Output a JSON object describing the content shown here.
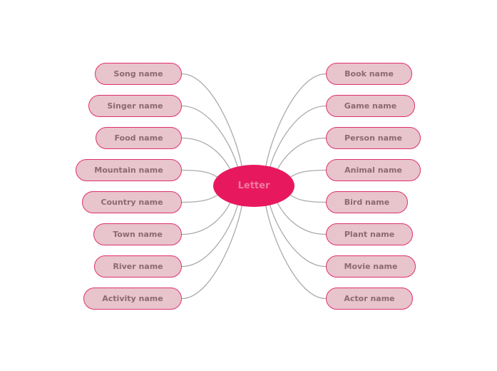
{
  "center": {
    "label": "Letter"
  },
  "colors": {
    "center_fill": "#e8185f",
    "center_text": "#f07aa3",
    "node_fill": "#e8c4cc",
    "node_border": "#e0306c",
    "node_text": "#8a6a72",
    "connector": "#aaaaaa"
  },
  "left_topics": [
    {
      "label": "Song name"
    },
    {
      "label": "Singer name"
    },
    {
      "label": "Food name"
    },
    {
      "label": "Mountain name"
    },
    {
      "label": "Country name"
    },
    {
      "label": "Town name"
    },
    {
      "label": "River name"
    },
    {
      "label": "Activity name"
    }
  ],
  "right_topics": [
    {
      "label": "Book name"
    },
    {
      "label": "Game name"
    },
    {
      "label": "Person name"
    },
    {
      "label": "Animal name"
    },
    {
      "label": "Bird name"
    },
    {
      "label": "Plant name"
    },
    {
      "label": "Movie name"
    },
    {
      "label": "Actor name"
    }
  ]
}
